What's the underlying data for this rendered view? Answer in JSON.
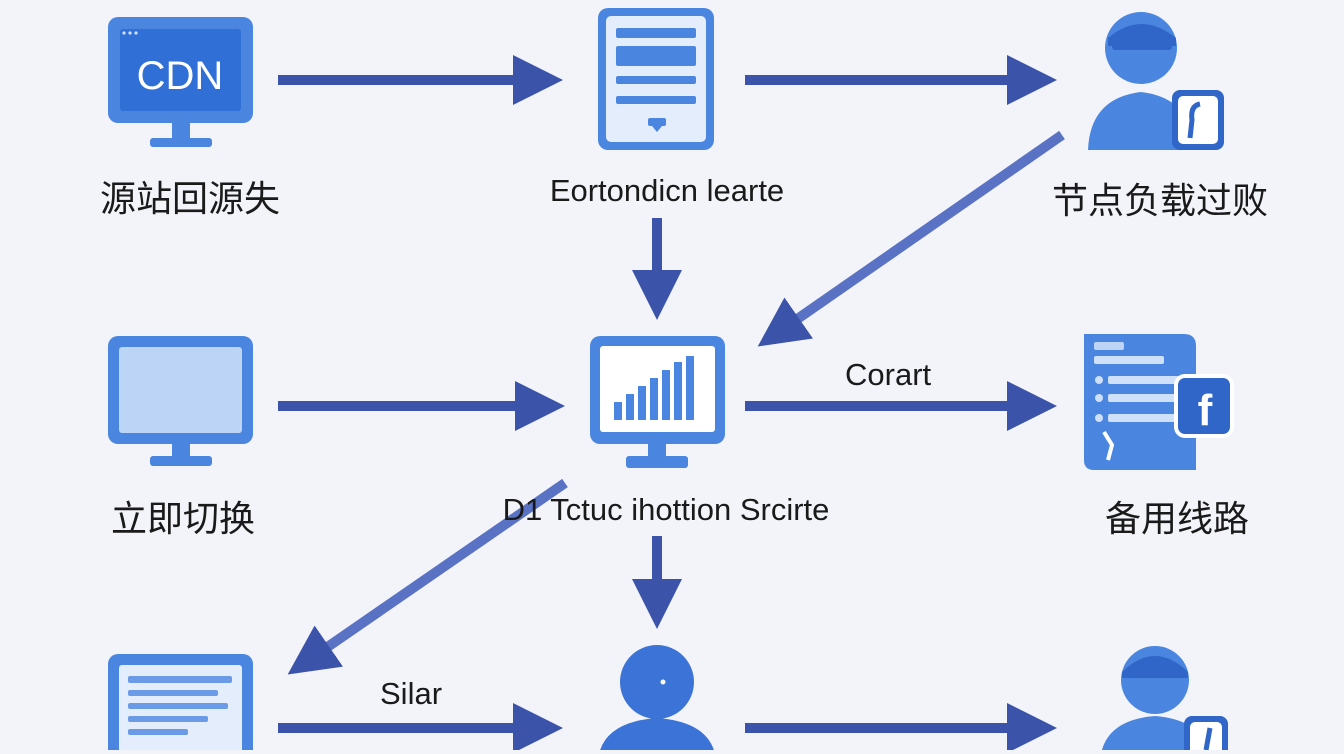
{
  "colors": {
    "accent": "#4a86e0",
    "accent_dark": "#2f66c8",
    "screen": "#bcd4f6",
    "arrow": "#3b53a8",
    "arrow_diag": "#5a72c4"
  },
  "nodes": {
    "cdn": {
      "icon": "monitor-icon",
      "screen_text": "CDN",
      "label": "源站回源失"
    },
    "doc": {
      "icon": "document-icon",
      "label": "Eortondicn learte"
    },
    "user_top": {
      "icon": "user-badge-icon",
      "label": "节点负载过败"
    },
    "monitor_mid_left": {
      "icon": "monitor-icon",
      "label": "立即切换"
    },
    "chart_monitor": {
      "icon": "chart-monitor-icon",
      "label": "D1 Tctuc ihottion Srcirte"
    },
    "doc_right": {
      "icon": "document-badge-icon",
      "badge": "f",
      "label": "备用线路"
    },
    "list_monitor": {
      "icon": "list-monitor-icon"
    },
    "user_bottom_mid": {
      "icon": "user-icon"
    },
    "user_bottom_right": {
      "icon": "user-badge-icon"
    }
  },
  "edges": {
    "chart_to_doc_right": "Corart",
    "list_to_user": "Silar"
  }
}
